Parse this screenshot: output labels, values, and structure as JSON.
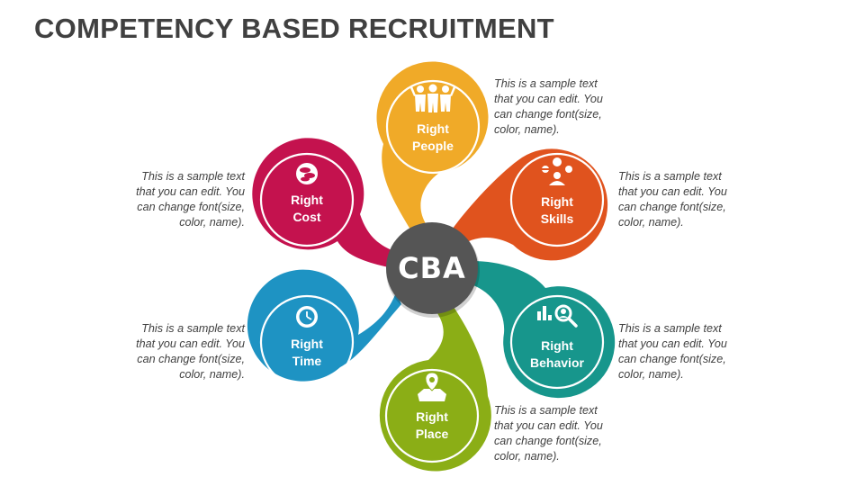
{
  "title": "COMPETENCY BASED RECRUITMENT",
  "center": {
    "label": "CBA",
    "color": "#555555"
  },
  "nodes": [
    {
      "id": "people",
      "line1": "Right",
      "line2": "People",
      "color": "#F0AA28",
      "icon": "team-icon"
    },
    {
      "id": "skills",
      "line1": "Right",
      "line2": "Skills",
      "color": "#E0531E",
      "icon": "skills-icon"
    },
    {
      "id": "behavior",
      "line1": "Right",
      "line2": "Behavior",
      "color": "#17968C",
      "icon": "behavior-analysis-icon"
    },
    {
      "id": "place",
      "line1": "Right",
      "line2": "Place",
      "color": "#8BAE16",
      "icon": "map-pin-icon"
    },
    {
      "id": "time",
      "line1": "Right",
      "line2": "Time",
      "color": "#1E93C3",
      "icon": "clock-icon"
    },
    {
      "id": "cost",
      "line1": "Right",
      "line2": "Cost",
      "color": "#C4124E",
      "icon": "coins-icon"
    }
  ],
  "notes": {
    "people": "This is a sample text that you can edit. You can change font(size, color, name).",
    "skills": "This is a sample text that you can edit. You can change font(size, color, name).",
    "behavior": "This is a sample text that you can edit. You can change font(size, color, name).",
    "place": "This is a sample text that you can edit. You can change font(size, color, name).",
    "time": "This is a sample text that you can edit. You can change font(size, color, name).",
    "cost": "This is a sample text that you can edit. You can change font(size, color, name)."
  }
}
